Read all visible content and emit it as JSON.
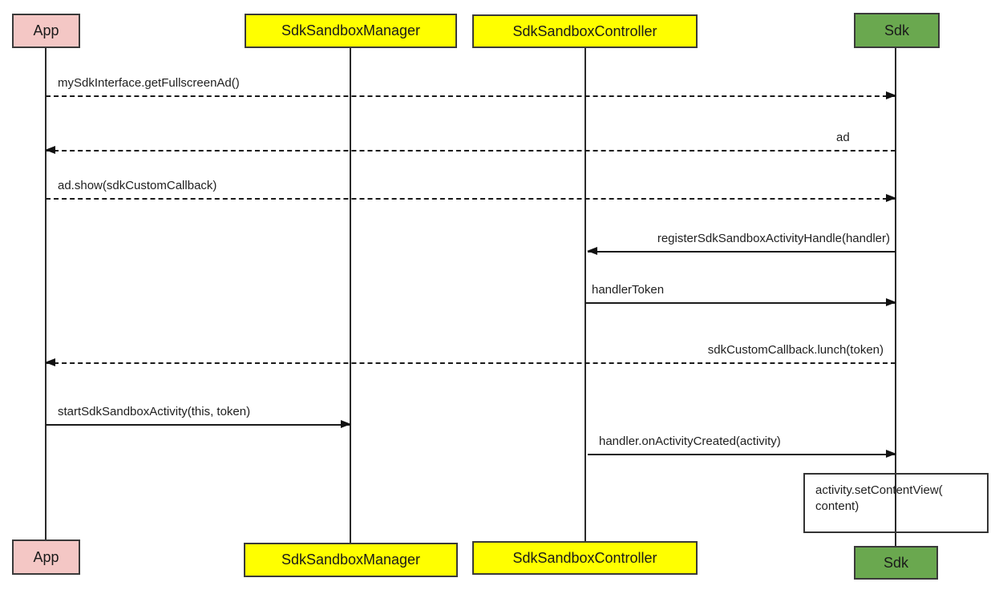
{
  "diagram": {
    "type": "sequence-diagram",
    "participants": [
      {
        "id": "app",
        "label": "App",
        "fill": "#f4c7c5",
        "text_color": "#1a1a1a"
      },
      {
        "id": "manager",
        "label": "SdkSandboxManager",
        "fill": "#ffff00",
        "text_color": "#1a1a1a"
      },
      {
        "id": "controller",
        "label": "SdkSandboxController",
        "fill": "#ffff00",
        "text_color": "#1a1a1a"
      },
      {
        "id": "sdk",
        "label": "Sdk",
        "fill": "#6aa84f",
        "text_color": "#111111"
      }
    ],
    "messages": [
      {
        "label": "mySdkInterface.getFullscreenAd()",
        "from": "App",
        "to": "Sdk",
        "style": "dashed"
      },
      {
        "label": "ad",
        "from": "Sdk",
        "to": "App",
        "style": "dashed"
      },
      {
        "label": "ad.show(sdkCustomCallback)",
        "from": "App",
        "to": "Sdk",
        "style": "dashed"
      },
      {
        "label": "registerSdkSandboxActivityHandle(handler)",
        "from": "Sdk",
        "to": "SdkSandboxController",
        "style": "solid"
      },
      {
        "label": "handlerToken",
        "from": "SdkSandboxController",
        "to": "Sdk",
        "style": "solid"
      },
      {
        "label": "sdkCustomCallback.lunch(token)",
        "from": "Sdk",
        "to": "App",
        "style": "dashed"
      },
      {
        "label": "startSdkSandboxActivity(this, token)",
        "from": "App",
        "to": "SdkSandboxManager",
        "style": "solid"
      },
      {
        "label": "handler.onActivityCreated(activity)",
        "from": "SdkSandboxController",
        "to": "Sdk",
        "style": "solid"
      }
    ],
    "note": {
      "line1": "activity.setContentView(",
      "line2": "content)"
    },
    "colors": {
      "background": "#ffffff",
      "line": "#1a1a1a",
      "box_border": "#3a3a3a"
    }
  }
}
